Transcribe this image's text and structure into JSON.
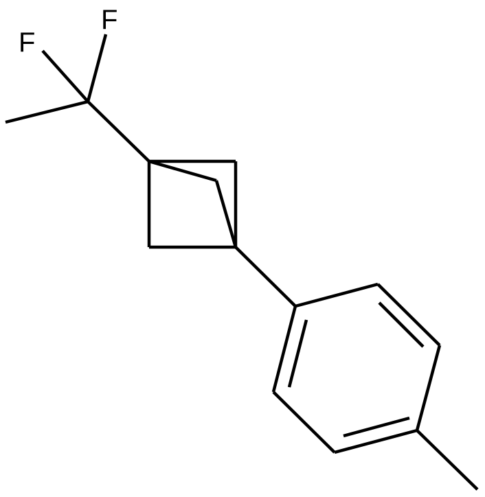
{
  "structure": {
    "atoms": [
      {
        "id": "F1",
        "element": "F",
        "label": "F"
      },
      {
        "id": "F2",
        "element": "F",
        "label": "F"
      }
    ]
  },
  "colors": {
    "bond": "#000000",
    "label": "#000000",
    "background": "#ffffff"
  }
}
